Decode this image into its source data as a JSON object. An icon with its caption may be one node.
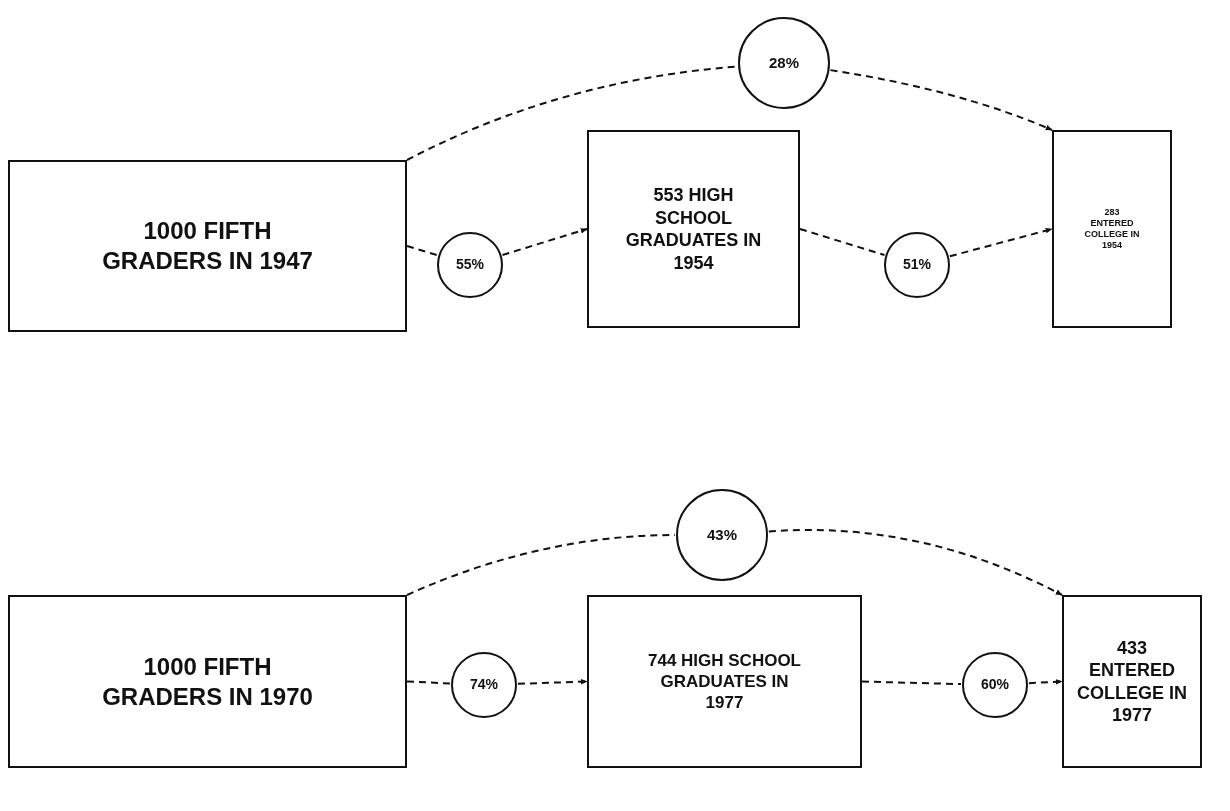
{
  "diagram": {
    "nodes": [
      {
        "text": [
          "28%"
        ]
      },
      {
        "text": [
          "1000 FIFTH GRADERS IN 1947"
        ]
      },
      {
        "text": [
          "55%"
        ]
      },
      {
        "text": [
          "553 HIGH SCHOOL GRADUATES IN 1954"
        ]
      },
      {
        "text": [
          "51%"
        ]
      },
      {
        "text": [
          "283 ENTERED COLLEGE IN 1954"
        ]
      },
      {
        "text": [
          "43%"
        ]
      },
      {
        "text": [
          "1000 FIFTH GRADERS IN 1970"
        ]
      },
      {
        "text": [
          "74%"
        ]
      },
      {
        "text": [
          "744 HIGH SCHOOL GRADUATES IN 1977"
        ]
      },
      {
        "text": [
          "60%"
        ]
      },
      {
        "text": [
          "433 ENTERED COLLEGE IN 1977"
        ]
      }
    ],
    "edges": [
      {
        "from": 1,
        "to": 0,
        "arrow": "none",
        "style": "dashed"
      },
      {
        "from": 0,
        "to": 5,
        "arrow": "to",
        "style": "dashed"
      },
      {
        "from": 1,
        "to": 2,
        "arrow": "none",
        "style": "dashed"
      },
      {
        "from": 2,
        "to": 3,
        "arrow": "to",
        "style": "dashed"
      },
      {
        "from": 3,
        "to": 4,
        "arrow": "none",
        "style": "dashed"
      },
      {
        "from": 4,
        "to": 5,
        "arrow": "to",
        "style": "dashed"
      },
      {
        "from": 7,
        "to": 6,
        "arrow": "none",
        "style": "dashed"
      },
      {
        "from": 6,
        "to": 11,
        "arrow": "to",
        "style": "dashed"
      },
      {
        "from": 7,
        "to": 8,
        "arrow": "none",
        "style": "dashed"
      },
      {
        "from": 8,
        "to": 9,
        "arrow": "to",
        "style": "dashed"
      },
      {
        "from": 9,
        "to": 10,
        "arrow": "none",
        "style": "dashed"
      },
      {
        "from": 10,
        "to": 11,
        "arrow": "to",
        "style": "dashed"
      }
    ]
  }
}
